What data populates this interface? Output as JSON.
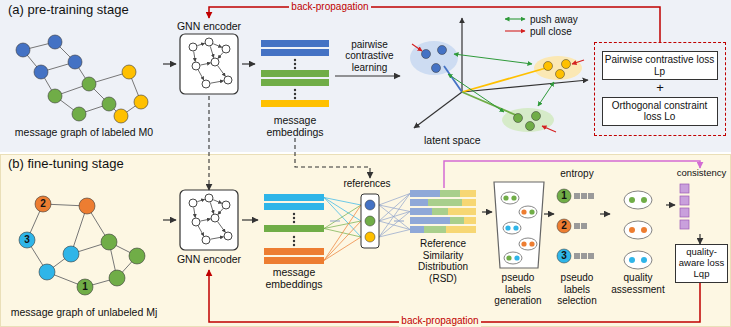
{
  "diagram": {
    "nodes": [
      {
        "text": [
          "(a) pre-training stage"
        ]
      },
      {
        "text": [
          "message graph of labeled M0"
        ],
        "in": 0
      },
      {
        "text": [
          "GNN encoder"
        ],
        "in": 0
      },
      {
        "text": [
          "message embeddings"
        ],
        "in": 0
      },
      {
        "text": [
          "latent space"
        ],
        "in": 0
      },
      {
        "text": [
          "+"
        ],
        "in": 0
      },
      {
        "text": [
          "Pairwise contrastive loss Lp"
        ],
        "in": 5
      },
      {
        "text": [
          "Orthogonal constraint loss Lo"
        ],
        "in": 5
      },
      {
        "text": [
          "(b) fine-tuning stage"
        ]
      },
      {
        "text": [
          "message graph of unlabeled Mj"
        ],
        "in": 8
      },
      {
        "text": [
          "GNN encoder"
        ],
        "in": 8
      },
      {
        "text": [
          "message embeddings"
        ],
        "in": 8
      },
      {
        "text": [
          "references"
        ],
        "in": 8
      },
      {
        "text": [
          "Reference Similarity Distribution (RSD)"
        ],
        "in": 8
      },
      {
        "text": [
          "pseudo labels generation"
        ],
        "in": 8
      },
      {
        "text": [
          "entropy",
          "pseudo labels selection"
        ],
        "in": 8
      },
      {
        "text": [
          "quality assessment"
        ],
        "in": 8
      },
      {
        "text": [
          "consistency"
        ],
        "in": 8
      },
      {
        "text": [
          "quality-aware loss Lqp"
        ],
        "in": 8
      }
    ],
    "edges": [
      {
        "from": 1,
        "to": 2,
        "arrow": "to"
      },
      {
        "from": 2,
        "to": 3,
        "arrow": "to"
      },
      {
        "from": 3,
        "to": 4,
        "label": "pairwise contrastive learning",
        "arrow": "to"
      },
      {
        "from": 5,
        "to": 2,
        "label": "back-propagation",
        "arrow": "to"
      },
      {
        "from": 2,
        "to": 10,
        "arrow": "to"
      },
      {
        "from": 3,
        "to": 12,
        "arrow": "to"
      },
      {
        "from": 9,
        "to": 10,
        "arrow": "to"
      },
      {
        "from": 10,
        "to": 11,
        "arrow": "to"
      },
      {
        "from": 11,
        "to": 12,
        "arrow": "none"
      },
      {
        "from": 12,
        "to": 13,
        "arrow": "none"
      },
      {
        "from": 13,
        "to": 14,
        "arrow": "to"
      },
      {
        "from": 14,
        "to": 15,
        "arrow": "to"
      },
      {
        "from": 15,
        "to": 16,
        "arrow": "to"
      },
      {
        "from": 16,
        "to": 17,
        "arrow": "to"
      },
      {
        "from": 17,
        "to": 18,
        "arrow": "to"
      },
      {
        "from": 13,
        "to": 17,
        "arrow": "to"
      },
      {
        "from": 18,
        "to": 10,
        "label": "back-propagation",
        "arrow": "to"
      }
    ],
    "labels": [
      "2",
      "3",
      "1",
      "1",
      "2",
      "3"
    ],
    "legend": [
      {
        "text": "push away"
      },
      {
        "text": "pull close"
      }
    ]
  }
}
